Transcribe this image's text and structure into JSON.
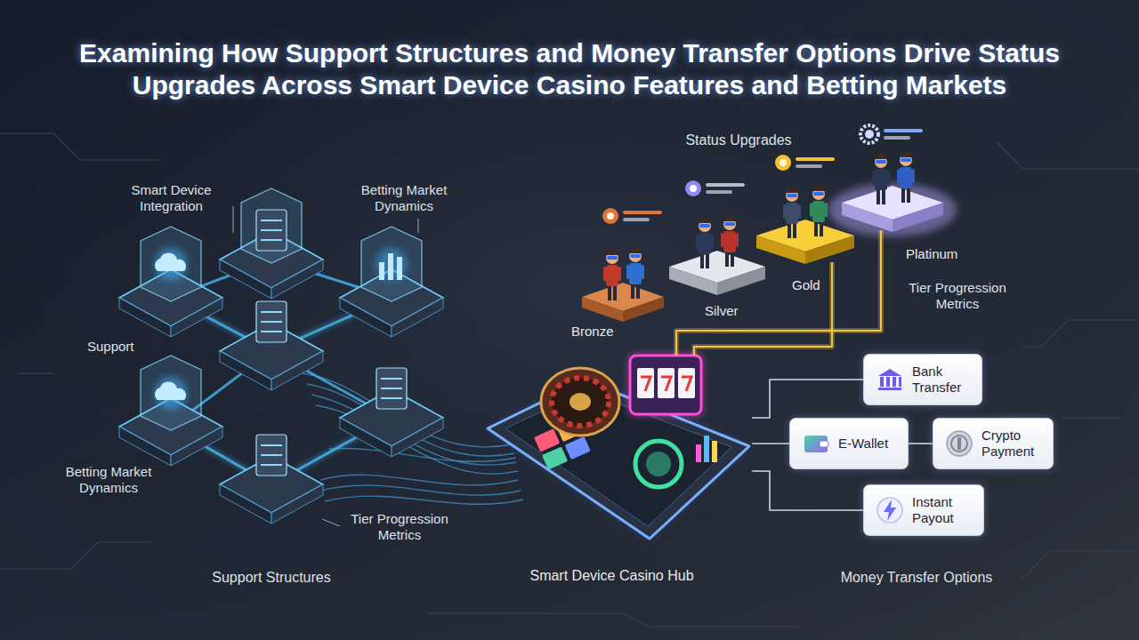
{
  "diagram": {
    "title": "Examining How Support Structures and Money Transfer Options Drive Status Upgrades Across Smart Device Casino Features and Betting Markets",
    "nodes": [
      {
        "text": [
          "Smart Device Casino Hub"
        ]
      },
      {
        "text": [
          "Bronze"
        ]
      },
      {
        "text": [
          "Silver"
        ]
      },
      {
        "text": [
          "Gold"
        ]
      },
      {
        "text": [
          "Platinum"
        ]
      },
      {
        "text": [
          "Bank Transfer"
        ]
      },
      {
        "text": [
          "E-Wallet"
        ]
      },
      {
        "text": [
          "Crypto Payment"
        ]
      },
      {
        "text": [
          "Instant Payout"
        ]
      }
    ],
    "edges": [
      {
        "from": 0,
        "to": 3,
        "arrow": "none"
      },
      {
        "from": 0,
        "to": 4,
        "arrow": "none"
      },
      {
        "from": 0,
        "to": 5,
        "arrow": "none"
      },
      {
        "from": 0,
        "to": 6,
        "arrow": "none"
      },
      {
        "from": 6,
        "to": 7,
        "arrow": "none"
      },
      {
        "from": 0,
        "to": 8,
        "arrow": "none"
      }
    ],
    "labels": [
      "Status Upgrades",
      "Smart Device Integration",
      "Betting Market Dynamics",
      "Support",
      "Betting Market Dynamics",
      "Tier Progression Metrics",
      "Tier Progression Metrics",
      "Support Structures",
      "Money Transfer Options"
    ]
  }
}
